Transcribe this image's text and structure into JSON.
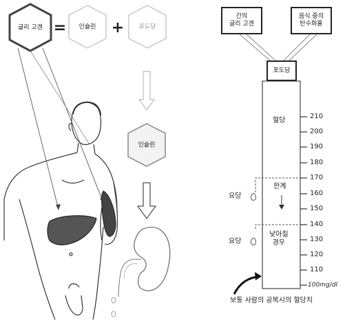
{
  "top_formula": {
    "glucagon": "글리 고겐",
    "equals": "=",
    "insulin": "인슐린",
    "plus": "+",
    "glucose": "포도당"
  },
  "insulin_hex": "인슐린",
  "box_left": "간의\n글리 고겐",
  "box_right": "음식 중의\n탄수화물",
  "box_center": "포도당",
  "labels": {
    "blood_sugar": "혈당",
    "limit": "한계",
    "low_case": "낮아질\n경우",
    "urine_sugar_1": "요당",
    "urine_sugar_2": "요당",
    "caption": "보통 사람의 공복시의 혈당치"
  },
  "scale": {
    "ticks": [
      "210",
      "200",
      "190",
      "180",
      "170",
      "160",
      "150",
      "140",
      "130",
      "120",
      "110",
      "100mg/dl"
    ]
  }
}
